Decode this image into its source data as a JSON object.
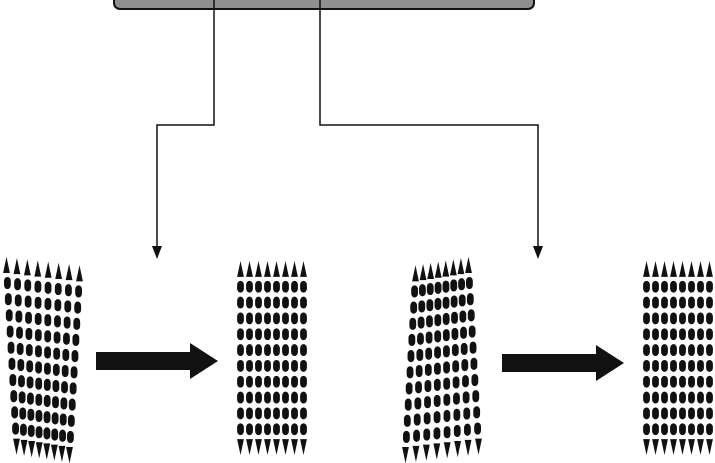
{
  "diagram": {
    "top_box": {
      "fill": "#8f8f8f",
      "border": "#111111"
    },
    "connector_color": "#111111",
    "arrow_color": "#111111",
    "panel_color": "#111111",
    "panels": [
      {
        "name": "panel-1-skewed",
        "skewed": true
      },
      {
        "name": "panel-2-aligned",
        "skewed": false
      },
      {
        "name": "panel-3-skewed",
        "skewed": true
      },
      {
        "name": "panel-4-aligned",
        "skewed": false
      }
    ],
    "icons": [
      "down-arrow-icon",
      "right-arrow-icon"
    ]
  }
}
